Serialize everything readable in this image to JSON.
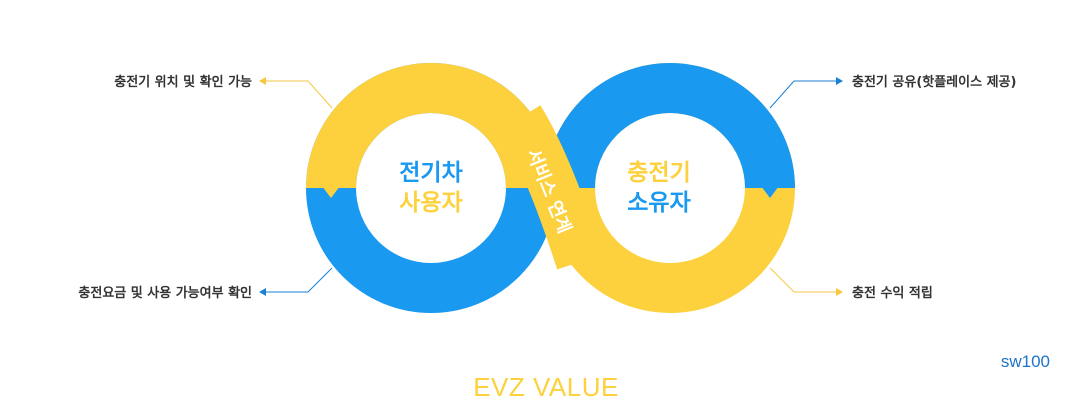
{
  "colors": {
    "blue": "#1a99f0",
    "yellow": "#fdd13d",
    "arrow_blue": "#1a80d5",
    "arrow_yellow": "#f6c742"
  },
  "left_circle": {
    "line1": "전기차",
    "line2": "사용자"
  },
  "right_circle": {
    "line1": "충전기",
    "line2": "소유자"
  },
  "link_text": "서비스 연계",
  "labels": {
    "top_left": "충전기 위치 및 확인 가능",
    "bottom_left": "충전요금 및 사용 가능여부 확인",
    "top_right": "충전기 공유(핫플레이스 제공)",
    "bottom_right": "충전 수익 적립"
  },
  "code": "sw100",
  "footer": "EVZ VALUE"
}
